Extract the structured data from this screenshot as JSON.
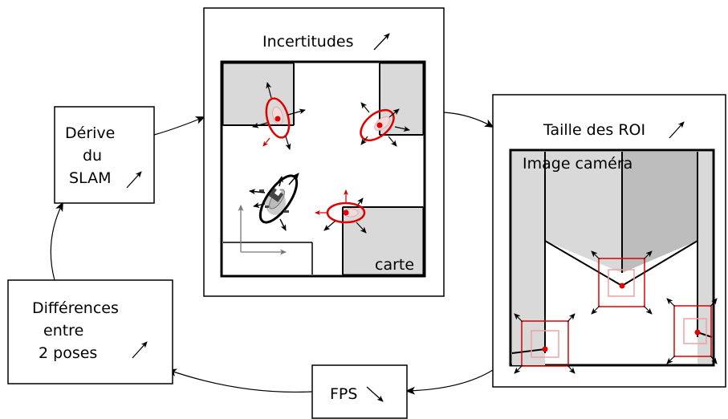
{
  "nodes": {
    "derive": {
      "lines": [
        "Dérive",
        "du",
        "SLAM"
      ],
      "trend": "up"
    },
    "incertitudes": {
      "label": "Incertitudes",
      "trend": "up",
      "map_label": "carte"
    },
    "taille_roi": {
      "label": "Taille des ROI",
      "trend": "up",
      "image_label": "Image caméra"
    },
    "fps": {
      "label": "FPS",
      "trend": "down"
    },
    "differences": {
      "lines": [
        "Différences",
        "entre",
        "2 poses"
      ],
      "trend": "up"
    }
  },
  "colors": {
    "uncertainty": "#e00000",
    "roi": "#e00000",
    "map_gray": "#d9d9d9",
    "ellipse_inner": "#bbbbbb",
    "axes": "#777777"
  },
  "icons": {
    "trend_up": "arrow-up-right-icon",
    "trend_down": "arrow-down-right-icon"
  }
}
